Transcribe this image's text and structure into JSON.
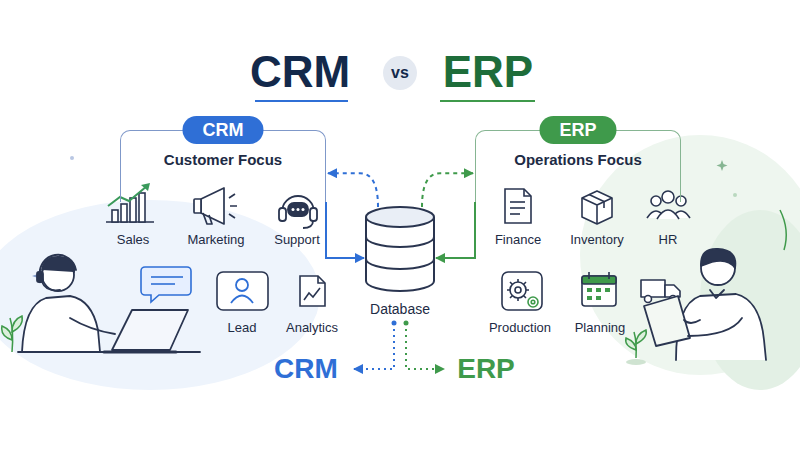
{
  "diagram": {
    "nodes": [
      {
        "text": [
          "CRM",
          "Customer Focus"
        ]
      },
      {
        "text": [
          "ERP",
          "Operations Focus"
        ]
      },
      {
        "text": [
          "Database"
        ]
      },
      {
        "text": [
          "CRM"
        ]
      },
      {
        "text": [
          "ERP"
        ]
      }
    ],
    "edges": [
      {
        "from": 2,
        "to": 0,
        "arrow": "to"
      },
      {
        "from": 2,
        "to": 1,
        "arrow": "to"
      },
      {
        "from": 0,
        "to": 2,
        "arrow": "to"
      },
      {
        "from": 1,
        "to": 2,
        "arrow": "to"
      },
      {
        "from": 2,
        "to": 3,
        "arrow": "to"
      },
      {
        "from": 2,
        "to": 4,
        "arrow": "to"
      }
    ],
    "labels": [
      "CRM",
      "vs",
      "ERP",
      "Sales",
      "Marketing",
      "Support",
      "Lead",
      "Analytics",
      "Finance",
      "Inventory",
      "HR",
      "Production",
      "Planning"
    ]
  }
}
